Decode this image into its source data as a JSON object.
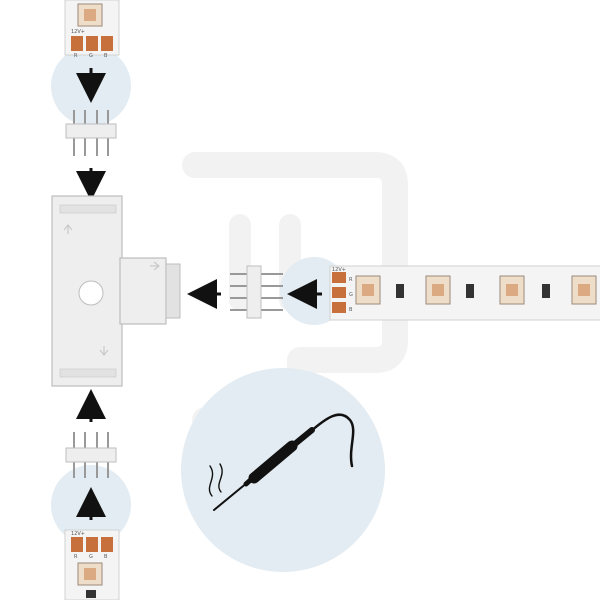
{
  "colors": {
    "background": "#ffffff",
    "highlight_circle": "#e3ecf2",
    "strip": "#f4f4f4",
    "strip_edge": "#d2d2d2",
    "copper_pad": "#c8703c",
    "led_body": "#eeddc8",
    "led_core": "#dcaa82",
    "connector": "#eeeeee",
    "connector_edge": "#bdbdbd",
    "pin": "#999999",
    "arrow": "#111111",
    "iron": "#111111",
    "watermark": "#f1f1f1"
  },
  "icons": {
    "arrow": "arrow-icon",
    "soldering_iron": "soldering-iron-icon",
    "watermark": "watermark-logo-icon"
  },
  "strip_top": {
    "pads": [
      "R",
      "G",
      "B"
    ],
    "power": "12V+"
  },
  "strip_bottom": {
    "pads": [
      "R",
      "G",
      "B"
    ],
    "power": "12V+"
  },
  "strip_right": {
    "pads": [
      "R",
      "G",
      "B"
    ],
    "power": "12V+"
  }
}
